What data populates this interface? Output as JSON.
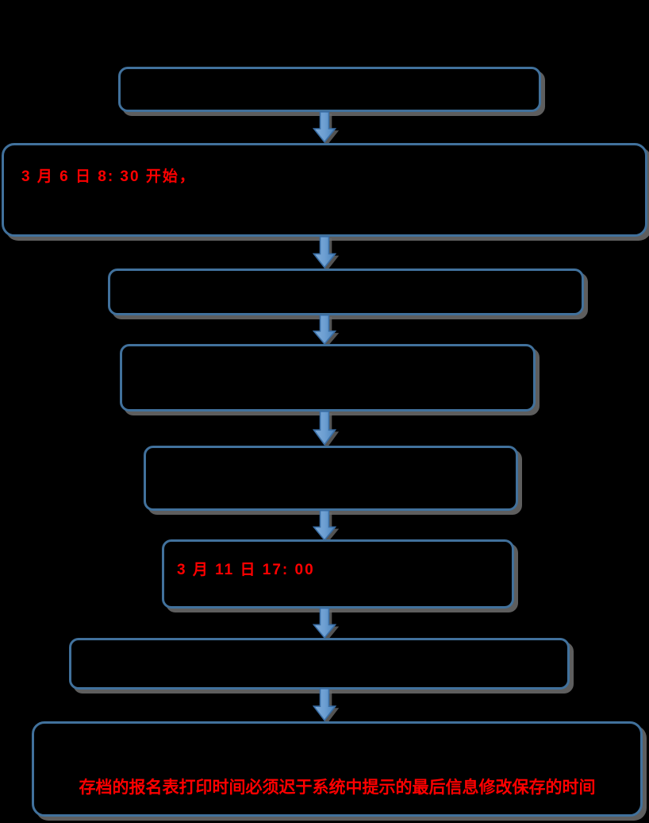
{
  "background_color": "#000000",
  "palette": {
    "box_border": "#41719C",
    "box_fill": "#000000",
    "arrow_fill_light": "#7FACD9",
    "arrow_fill_mid": "#6D9FD2",
    "arrow_fill_dark": "#4B83BC",
    "arrow_stroke": "#3A6EA5",
    "shadow": "#6E6E6E",
    "highlight_text": "#FF0000"
  },
  "flowchart": {
    "type": "vertical-flow",
    "connector_icon": "down-arrow-icon",
    "nodes": [
      {
        "id": "step-1",
        "text": ""
      },
      {
        "id": "step-2",
        "text": "3 月 6 日 8: 30 开始，"
      },
      {
        "id": "step-3",
        "text": ""
      },
      {
        "id": "step-4",
        "text": ""
      },
      {
        "id": "step-5",
        "text": ""
      },
      {
        "id": "step-6",
        "text": "3 月 11 日 17: 00"
      },
      {
        "id": "step-7",
        "text": ""
      },
      {
        "id": "step-8",
        "text": "存档的报名表打印时间必须迟于系统中提示的最后信息修改保存的时间"
      }
    ]
  }
}
